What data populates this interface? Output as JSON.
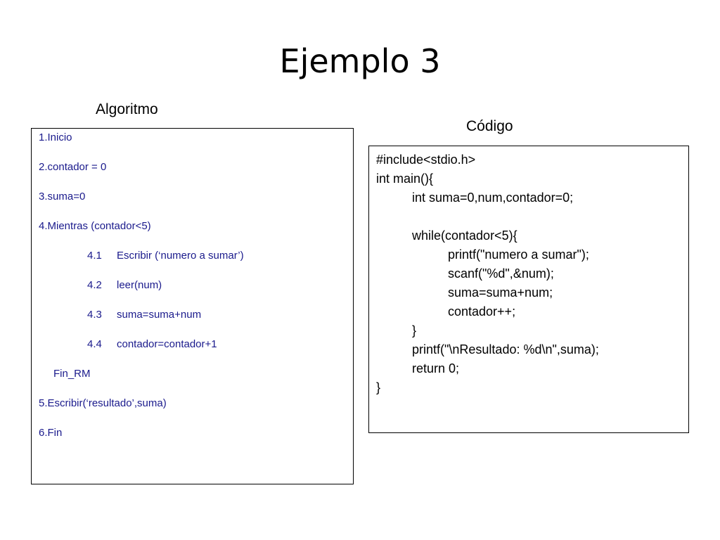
{
  "slide": {
    "title": "Ejemplo 3",
    "algorithm_label": "Algoritmo",
    "code_label": "Código"
  },
  "algorithm": {
    "steps": [
      "1.Inicio",
      "2.contador =  0",
      "3.suma=0",
      "4.Mientras (contador<5)"
    ],
    "substeps": [
      {
        "num": "4.1",
        "text": "Escribir (‘numero a sumar’)"
      },
      {
        "num": "4.2",
        "text": "leer(num)"
      },
      {
        "num": "4.3",
        "text": "suma=suma+num"
      },
      {
        "num": "4.4",
        "text": "contador=contador+1"
      }
    ],
    "loop_end": "Fin_RM",
    "final_steps": [
      "5.Escribir(‘resultado’,suma)",
      "6.Fin"
    ]
  },
  "code": {
    "lines": [
      "#include<stdio.h>",
      "int main(){",
      "int suma=0,num,contador=0;",
      "while(contador<5){",
      "printf(\"numero a sumar\");",
      "scanf(\"%d\",&num);",
      "suma=suma+num;",
      "contador++;",
      "}",
      "printf(\"\\nResultado: %d\\n\",suma);",
      "return 0;",
      "}"
    ]
  }
}
